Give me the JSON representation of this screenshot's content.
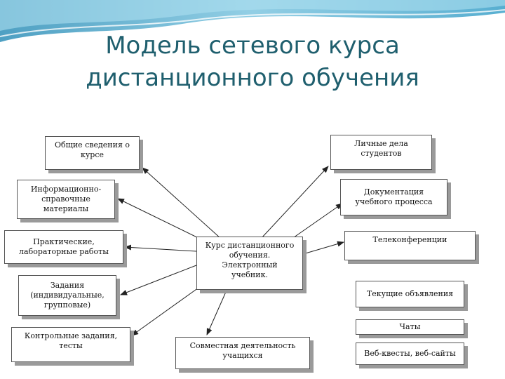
{
  "title": {
    "line1": "Модель сетевого курса",
    "line2": "дистанционного обучения"
  },
  "center": "Курс дистанционного\nобучения.\nЭлектронный\nучебник.",
  "left_boxes": [
    "Общие сведения о\nкурсе",
    "Информационно-\nсправочные\nматериалы",
    "Практические,\nлабораторные работы",
    "Задания\n(индивидуальные,\nгрупповые)",
    "Контрольные задания,\nтесты"
  ],
  "bottom_box": "Совместная деятельность\nучащихся",
  "right_boxes": [
    "Личные дела\nстудентов",
    "Документация\nучебного процесса",
    "Телеконференции",
    "Текущие объявления",
    "Чаты",
    "Веб-квесты, веб-сайты"
  ],
  "colors": {
    "title": "#1f5f6e",
    "banner": "#3aa0c8"
  }
}
